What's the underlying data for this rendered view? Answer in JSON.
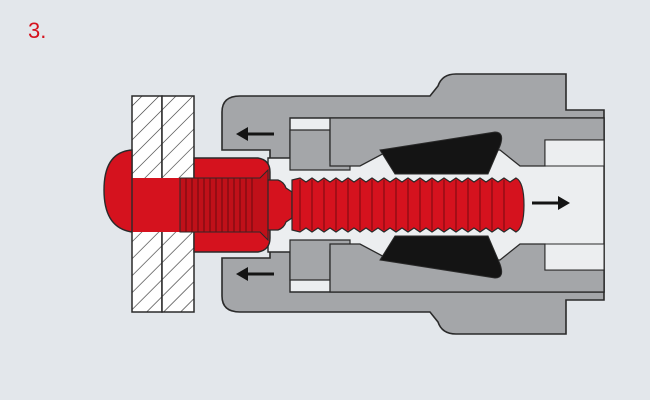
{
  "step": {
    "label": "3."
  },
  "colors": {
    "background": "#e3e7eb",
    "rivet_red": "#d5121e",
    "tool_gray": "#a4a6a9",
    "inner_light": "#eceef0",
    "jaw_black": "#141414",
    "outline": "#2a2a2a",
    "label_red": "#d5121e"
  },
  "arrows": [
    {
      "name": "arrow-left-top",
      "direction": "left"
    },
    {
      "name": "arrow-left-bottom",
      "direction": "left"
    },
    {
      "name": "arrow-right-mandrel",
      "direction": "right"
    }
  ]
}
